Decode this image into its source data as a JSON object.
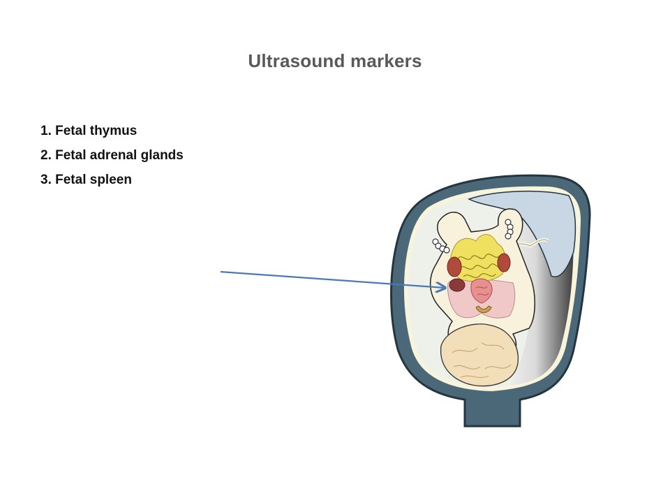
{
  "slide": {
    "title": "Ultrasound markers",
    "markers": [
      "1. Fetal thymus",
      "2. Fetal adrenal glands",
      "3. Fetal spleen"
    ]
  },
  "illustration": {
    "subject": "fetus-in-uterus-icon",
    "colors": {
      "uterus_wall": "#4a6878",
      "uterus_outline": "#243540",
      "amniotic_inner": "#eef0ea",
      "fetal_body": "#f8f2dc",
      "intestines": "#f0e060",
      "kidneys": "#b04a3a",
      "bladder_area": "#f1c8c8",
      "brain": "#f0d8b0",
      "placenta": "#c9d6e3",
      "arrow": "#4a78b8"
    }
  }
}
